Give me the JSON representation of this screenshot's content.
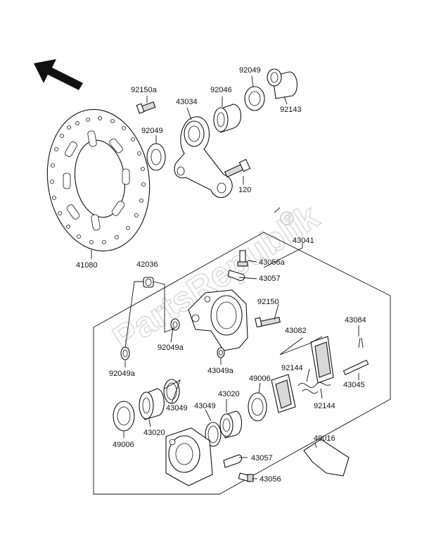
{
  "watermark": "PartsRepublik",
  "labels": {
    "p92150a": "92150a",
    "p43034": "43034",
    "p92046": "92046",
    "p92049_top": "92049",
    "p92143": "92143",
    "p92049_left": "92049",
    "p120": "120",
    "p41080": "41080",
    "p43041": "43041",
    "p42036": "42036",
    "p43056a": "43056a",
    "p43057_top": "43057",
    "p92150": "92150",
    "p92049a_mid": "92049a",
    "p43082": "43082",
    "p43084": "43084",
    "p92049a_left": "92049a",
    "p43049a": "43049a",
    "p92144_top": "92144",
    "p43045": "43045",
    "p49006_right": "49006",
    "p43020_right": "43020",
    "p43049_left": "43049",
    "p43049_mid": "43049",
    "p92144_bot": "92144",
    "p49006_left": "49006",
    "p43020_left": "43020",
    "p49016": "49016",
    "p43057_bot": "43057",
    "p43056": "43056"
  }
}
